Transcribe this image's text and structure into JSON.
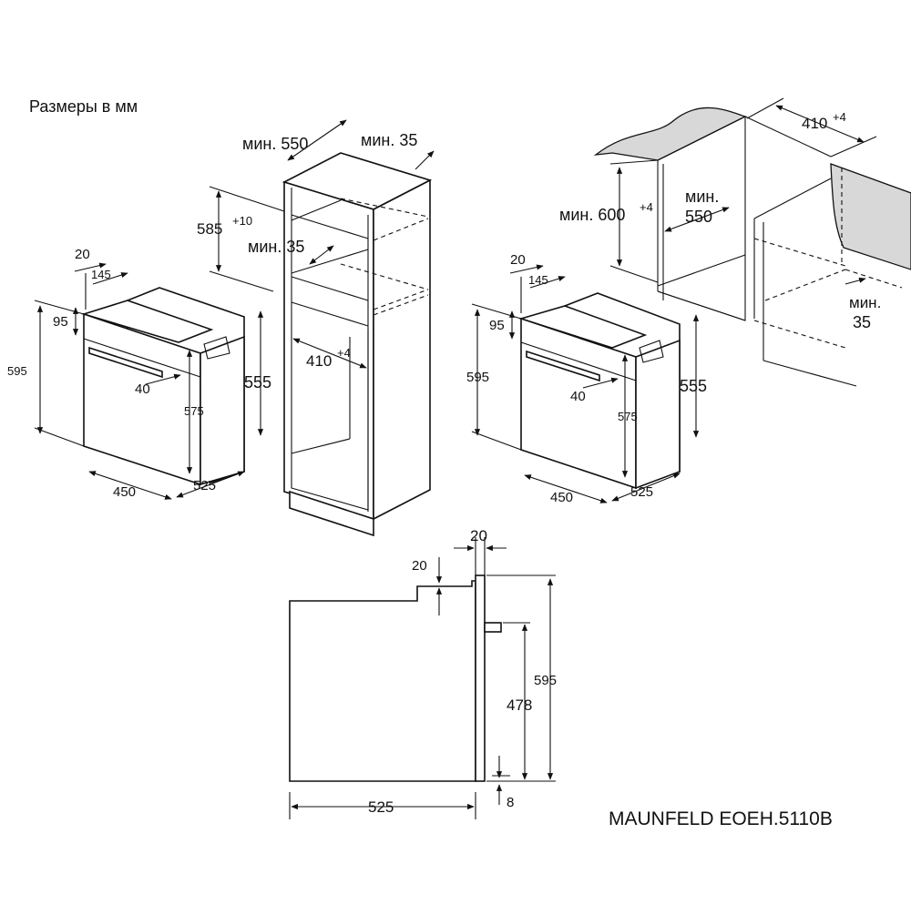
{
  "title": "Размеры в мм",
  "model": "MAUNFELD EOEH.5110B",
  "tall_cabinet": {
    "min_width": "мин. 550",
    "min_depth": "мин. 35",
    "niche_height": "585",
    "niche_height_tol": "+10",
    "inner_gap": "мин. 35",
    "niche_depth": "410",
    "niche_depth_tol": "+4"
  },
  "oven_left": {
    "top_offset": "20",
    "top_depth": "145",
    "panel_height": "95",
    "height": "595",
    "handle": "40",
    "body_height": "575",
    "side_height": "555",
    "width": "450",
    "depth": "525"
  },
  "under_counter": {
    "depth": "410",
    "depth_tol": "+4",
    "height": "мин. 600",
    "height_tol": "+4",
    "width_label": "мин.",
    "width_value": "550",
    "back_gap_label": "мин.",
    "back_gap_value": "35"
  },
  "oven_right": {
    "top_offset": "20",
    "top_depth": "145",
    "panel_height": "95",
    "height": "595",
    "handle": "40",
    "body_height": "575",
    "side_height": "555",
    "width": "450",
    "depth": "525"
  },
  "side_view": {
    "top_width": "20",
    "top_step": "20",
    "height": "595",
    "handle_height": "478",
    "bottom": "8",
    "depth": "525"
  }
}
